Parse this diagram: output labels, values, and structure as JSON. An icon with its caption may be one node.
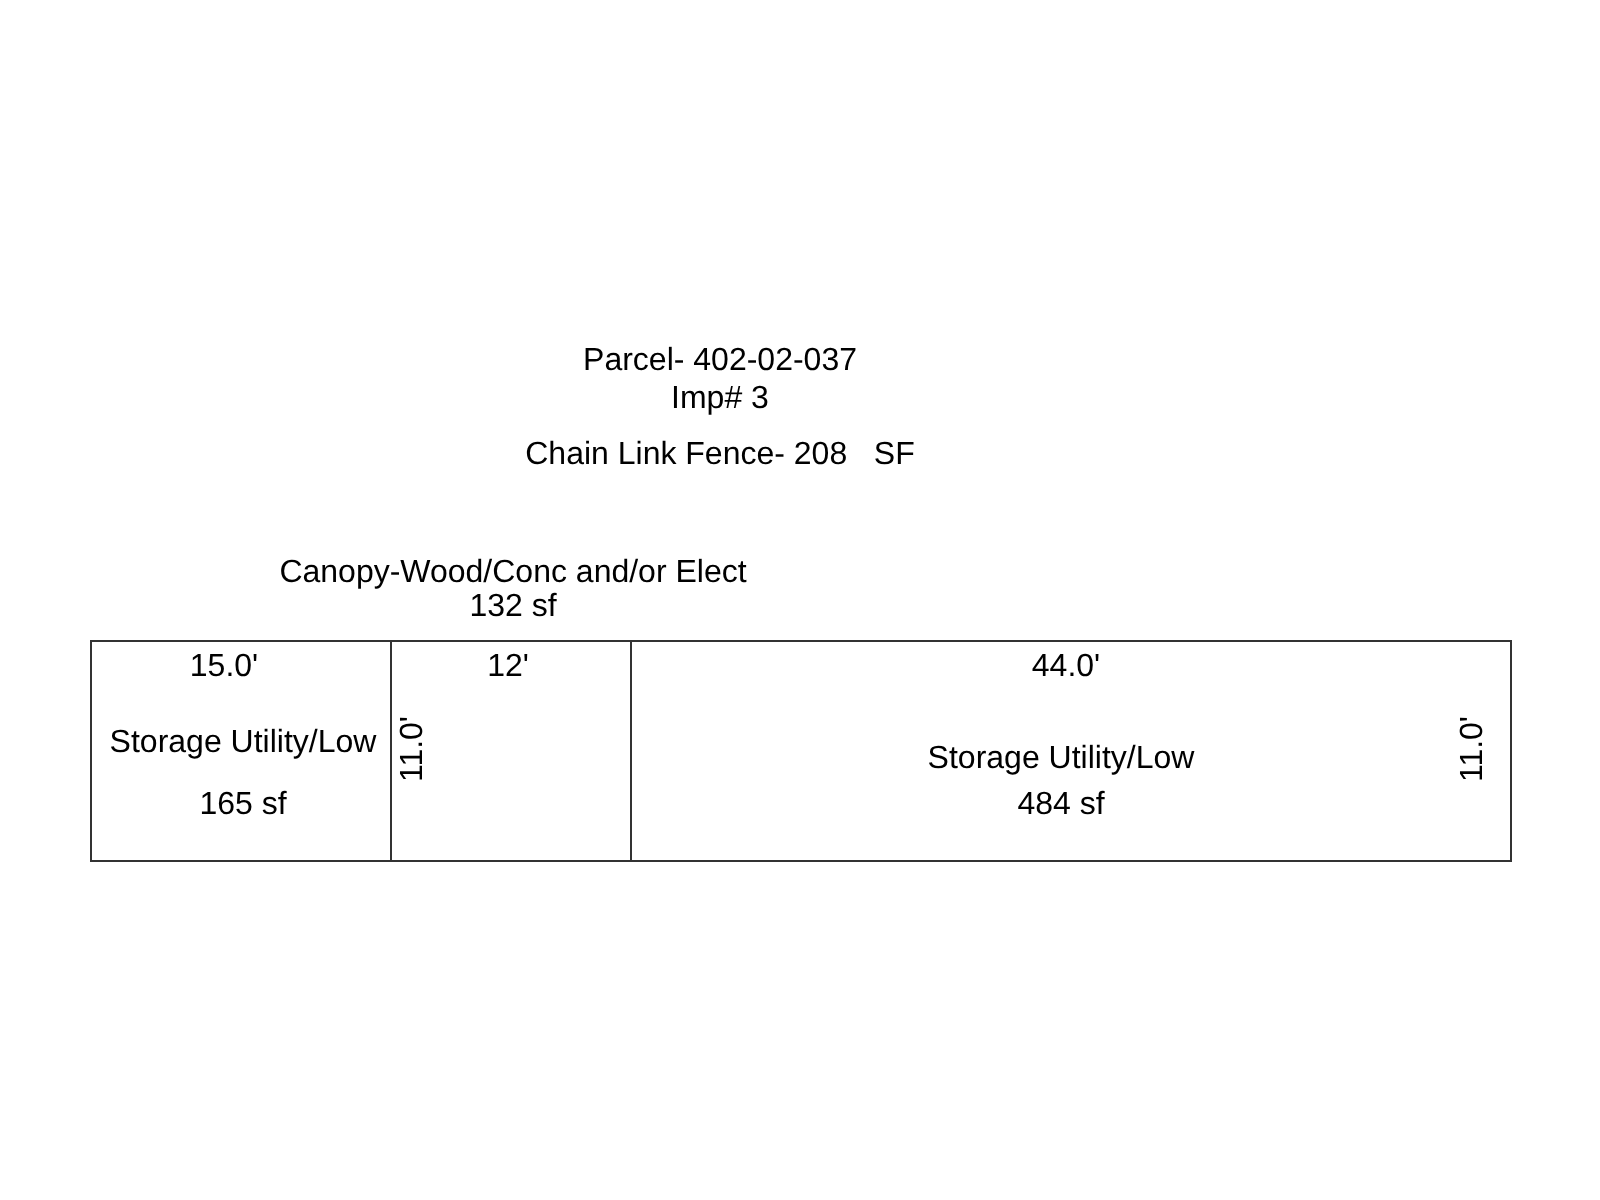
{
  "diagram": {
    "title": "Parcel- 402-02-037",
    "nodes": [
      {
        "text": [
          "Storage Utility/Low",
          "165 sf"
        ]
      },
      {
        "text": [
          "Canopy-Wood/Conc and/or Elect",
          "132 sf"
        ]
      },
      {
        "text": [
          "Storage Utility/Low",
          "484 sf"
        ]
      }
    ],
    "edges": [],
    "labels": [
      "Imp# 3",
      "Chain Link Fence- 208   SF",
      "15.0'",
      "12'",
      "11.0'",
      "44.0'",
      "11.0'"
    ]
  }
}
